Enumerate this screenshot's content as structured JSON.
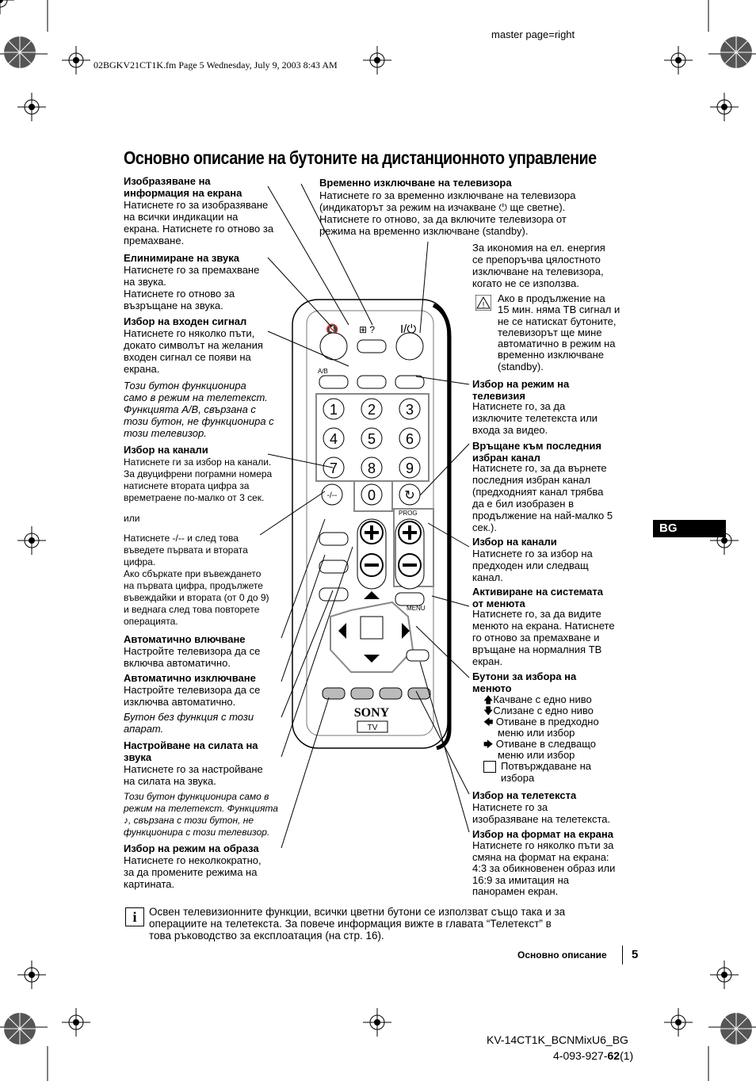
{
  "header": {
    "master_page": "master page=right",
    "file_line": "02BGKV21CT1K.fm  Page 5  Wednesday, July 9, 2003  8:43 AM"
  },
  "title": "Основно описание на бутоните на дистанционното управление",
  "left": {
    "display_info": {
      "heading": "Изобразяване на\nинформация на екрана",
      "body": "Натиснете го за изобразяване\nна всички индикации на\nекрана. Натиснете го отново за\nпремахване."
    },
    "mute": {
      "heading": "Елинимиране на звука",
      "body": "Натиснете го за премахване\nна звука.\nНатиснете го отново за\nвъзръщане на звука."
    },
    "input": {
      "heading": "Избор на входен сигнал",
      "body": "Натиснете го няколко пъти,\nдокато символът на желания\nвходен сигнал се появи на\nекрана.",
      "note": "Този бутон функционира\nсамо в режим на телетекст.\nФункцията A/B, свързана с\nтози бутон, не функционира с\nтози телевизор."
    },
    "channels": {
      "heading": "Избор на канали",
      "body": "Натиснете ги за избор на канали.\nЗа двуцифрени пограмни номера\nнатиснете втората цифра за\nвреметраене по-малко от 3 сек.",
      "or": "или",
      "body2": "Натиснете -/-- и след това\nвъведете първата и втората\nцифра.\nАко сбъркате при въвеждането\nна първата цифра, продължете\nвъвеждайки и втората (от 0 до 9)\nи веднага след това повторете\nоперацията."
    },
    "auto_on": {
      "heading": "Автоматично влючване",
      "body": "Настройте телевизора да се\nвключва автоматично."
    },
    "auto_off": {
      "heading": "Автоматично изключване",
      "body": "Настройте телевизора да се\nизключва автоматично.",
      "note": "Бутон без функция с този\nапарат."
    },
    "volume": {
      "heading": "Настройване на силата на\nзвука",
      "body": "Натиснете го за настройване\nна силата на звука.",
      "note": "Този бутон функционира само в\nрежим на телетекст. Функцията\n♪, свързана с този бутон, не\nфункционира с този телевизор."
    },
    "picture": {
      "heading": "Избор на режим на образа",
      "body": "Натиснете го неколкократно,\nза да промените режима на\nкартината."
    }
  },
  "right": {
    "standby": {
      "heading": "Временно изключване на телевизора",
      "body": "Натиснете го за временно изключване на телевизора\n(индикаторът за режим на изчакване ⏻ ще светне).\nНатиснете го отново, за да включите телевизора от\nрежима на временно изключване (standby).",
      "tip": "За икономия на ел. енергия\nсе препоръчва цялостното\nизключване на телевизора,\nкогато не се използва.",
      "warning": "Ако в продължение на\n15 мин. няма ТВ сигнал и\nне се натискат бутоните,\nтелевизорът ще мине\nавтоматично в режим на\nвременно изключване\n(standby)."
    },
    "tv_mode": {
      "heading": "Избор на режим на\nтелевизия",
      "body": "Натиснете го, за да\nизключите телетекста или\nвхода за видео."
    },
    "last_channel": {
      "heading": "Връщане към последния\nизбран канал",
      "body": "Натиснете го, за да върнете\nпоследния избран канал\n(предходният канал трябва\nда е бил изобразен в\nпродължение на най-малко 5\nсек.)."
    },
    "prog": {
      "heading": "Избор на канали",
      "body": "Натиснете го за избор на\nпредходен или следващ\nканал."
    },
    "menu": {
      "heading": "Активиране на системата\nот менюта",
      "body": "Натиснете го, за да видите\nменюто на екрана. Натиснете\nго отново за премахване и\nвръщане на нормалния ТВ\nекран."
    },
    "menu_select": {
      "heading": "Бутони за избора на\nменюто",
      "items": [
        "Качване с едно ниво",
        "Слизане с едно ниво",
        "Отиване в предходно\nменю или избор",
        "Отиване в следващо\nменю или избор",
        "Потвърждаване на\nизбора"
      ]
    },
    "teletext": {
      "heading": "Избор на телетекста",
      "body": "Натиснете го за\nизобразяване на телетекста."
    },
    "format": {
      "heading": "Избор на формат на екрана",
      "body": "Натиснете го няколко пъти за\nсмяна на формат на екрана:\n4:3 за обикновенен образ или\n16:9 за имитация на\nпанорамен екран."
    }
  },
  "remote": {
    "digits": [
      "1",
      "2",
      "3",
      "4",
      "5",
      "6",
      "7",
      "8",
      "9",
      "0"
    ],
    "dash": "-/--",
    "ab": "A/B",
    "prog": "PROG",
    "menu": "MENU",
    "brand": "SONY",
    "tv": "TV",
    "power": "I/⏻"
  },
  "footer_note": "Освен телевизионните функции, всички цветни бутони се използват също така и за\nоперациите на телетекста. За повече информация вижте в главата “Телетекст” в\nтова ръководство за експлоатация (на стр. 16).",
  "side_tab": "BG",
  "footer": {
    "section": "Основно описание",
    "page": "5",
    "model": "KV-14CT1K_BCNMixU6_BG",
    "code_prefix": "4-093-927-",
    "code_bold": "62",
    "code_suffix": "(1)"
  }
}
